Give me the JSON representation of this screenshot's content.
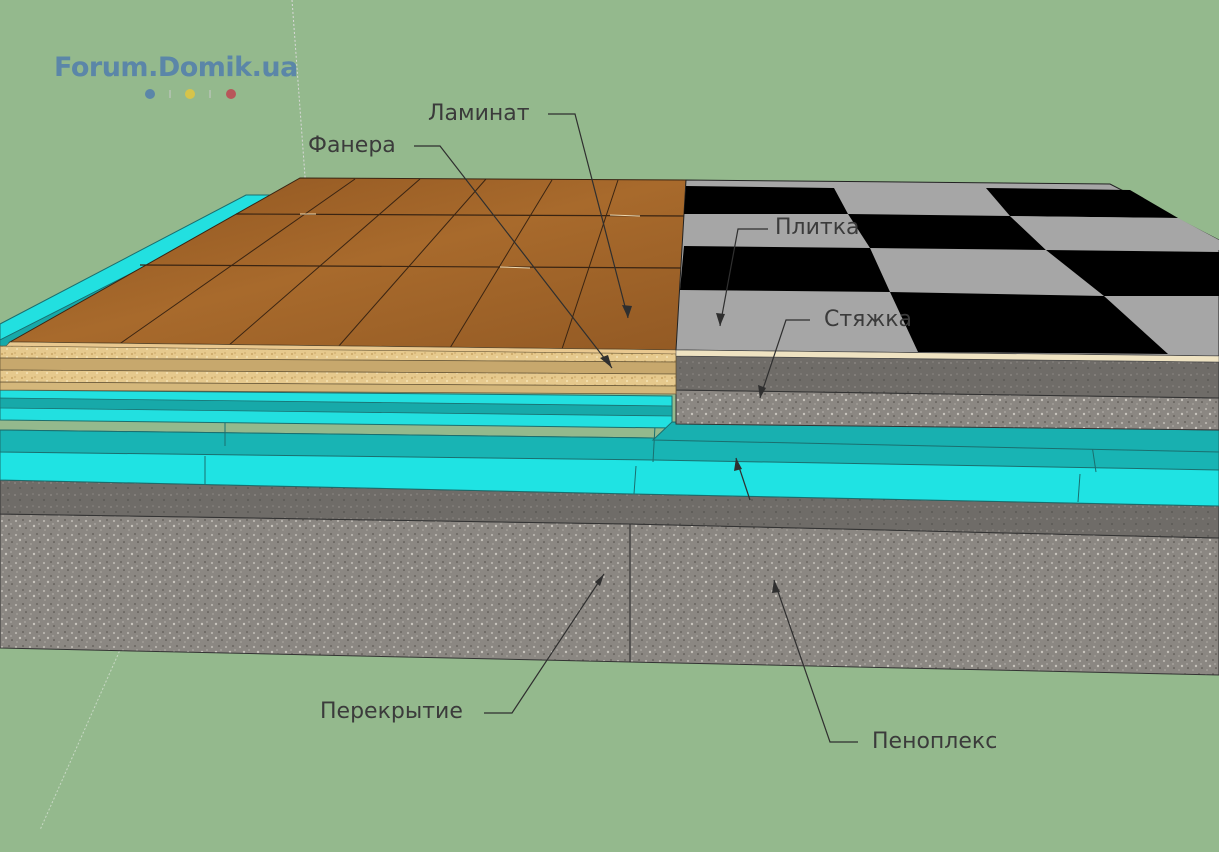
{
  "logo": {
    "text": "Forum.Domik.ua",
    "dot_colors": [
      "#5b86a8",
      "#d6c44a",
      "#b8565a"
    ]
  },
  "labels": {
    "laminate": "Ламинат",
    "plywood": "Фанера",
    "tile": "Плитка",
    "screed": "Стяжка",
    "slab": "Перекрытие",
    "penoplex": "Пеноплекс"
  },
  "colors": {
    "background": "#94b98d",
    "laminate": "#9a5c22",
    "plywood": "#e8cc8e",
    "penoplex": "#22e6e6",
    "concrete": "#8a8680",
    "tile_dark": "#000000",
    "tile_light": "#a6a6a6"
  }
}
